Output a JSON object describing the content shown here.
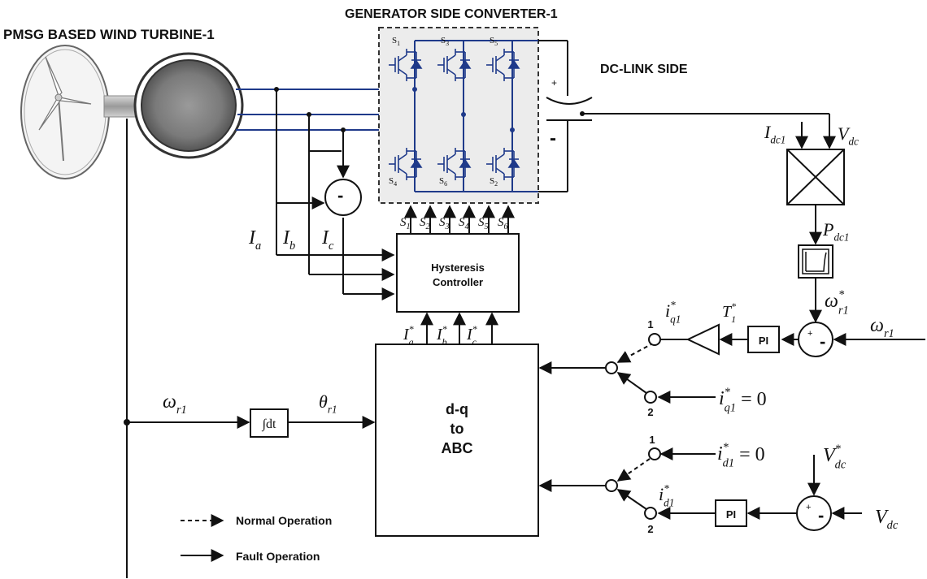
{
  "titles": {
    "turbine": "PMSG BASED WIND TURBINE-1",
    "converter": "GENERATOR SIDE CONVERTER-1",
    "dclink": "DC-LINK SIDE"
  },
  "switches": {
    "s1": "S",
    "s1_sub": "1",
    "s3": "S",
    "s3_sub": "3",
    "s5": "S",
    "s5_sub": "5",
    "s4": "S",
    "s4_sub": "4",
    "s6": "S",
    "s6_sub": "6",
    "s2": "S",
    "s2_sub": "2"
  },
  "gate_signals": [
    {
      "main": "S",
      "sub": "1"
    },
    {
      "main": "S",
      "sub": "2"
    },
    {
      "main": "S",
      "sub": "3"
    },
    {
      "main": "S",
      "sub": "4"
    },
    {
      "main": "S",
      "sub": "5"
    },
    {
      "main": "S",
      "sub": "6"
    }
  ],
  "blocks": {
    "hysteresis_line1": "Hysteresis",
    "hysteresis_line2": "Controller",
    "dq_line1": "d-q",
    "dq_line2": "to",
    "dq_line3": "ABC",
    "pi_top": "PI",
    "pi_bottom": "PI",
    "integrator": "∫dt"
  },
  "signals": {
    "ia": {
      "main": "I",
      "sub": "a"
    },
    "ib": {
      "main": "I",
      "sub": "b"
    },
    "ic": {
      "main": "I",
      "sub": "c"
    },
    "ia_ref": {
      "main": "I",
      "sub": "a",
      "sup": "*"
    },
    "ib_ref": {
      "main": "I",
      "sub": "b",
      "sup": "*"
    },
    "ic_ref": {
      "main": "I",
      "sub": "c",
      "sup": "*"
    },
    "idc1": {
      "main": "I",
      "sub": "dc1"
    },
    "vdc_top": {
      "main": "V",
      "sub": "dc"
    },
    "pdc1": {
      "main": "P",
      "sub": "dc1"
    },
    "wr1_ref": {
      "main": "ω",
      "sub": "r1",
      "sup": "*"
    },
    "wr1_right": {
      "main": "ω",
      "sub": "r1"
    },
    "wr1_left": {
      "main": "ω",
      "sub": "r1"
    },
    "theta_r1": {
      "main": "θ",
      "sub": "r1"
    },
    "t1_ref": {
      "main": "T",
      "sub": "1",
      "sup": "*"
    },
    "iq1_ref": {
      "main": "i",
      "sub": "q1",
      "sup": "*"
    },
    "iq1_zero": {
      "main": "i",
      "sub": "q1",
      "sup": "*",
      "tail": " = 0"
    },
    "id1_zero": {
      "main": "i",
      "sub": "d1",
      "sup": "*",
      "tail": " = 0"
    },
    "id1_ref": {
      "main": "i",
      "sub": "d1",
      "sup": "*"
    },
    "vdc_ref": {
      "main": "V",
      "sub": "dc",
      "sup": "*"
    },
    "vdc_bottom": {
      "main": "V",
      "sub": "dc"
    }
  },
  "switch_positions": {
    "top_1": "1",
    "top_2": "2",
    "bot_1": "1",
    "bot_2": "2"
  },
  "sum_signs": {
    "minus": "-",
    "plus": "+"
  },
  "legend": {
    "normal": "Normal Operation",
    "fault": "Fault Operation"
  }
}
